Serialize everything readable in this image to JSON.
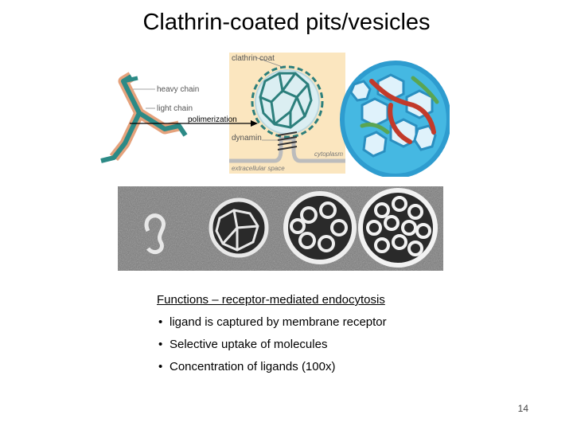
{
  "slide": {
    "title": "Clathrin-coated pits/vesicles",
    "page_number": "14"
  },
  "diagram": {
    "labels": {
      "heavy_chain": "heavy chain",
      "light_chain": "light chain",
      "polimerization": "polimerization",
      "clathrin_coat": "clathrin coat",
      "dynamin": "dynamin",
      "cytoplasm": "cytoplasm",
      "extracellular_space": "extracellular space"
    }
  },
  "functions": {
    "heading": "Functions – receptor-mediated endocytosis",
    "items": [
      "ligand is captured by membrane receptor",
      "Selective uptake of molecules",
      "Concentration of ligands (100x)"
    ]
  },
  "colors": {
    "triskelion_heavy": "#2c8a86",
    "triskelion_light": "#e5a27c",
    "panel_bg": "#fbe6bf",
    "cage_blue": "#3fb6e0",
    "cage_red": "#c23a2a",
    "cage_green": "#5aa552"
  }
}
